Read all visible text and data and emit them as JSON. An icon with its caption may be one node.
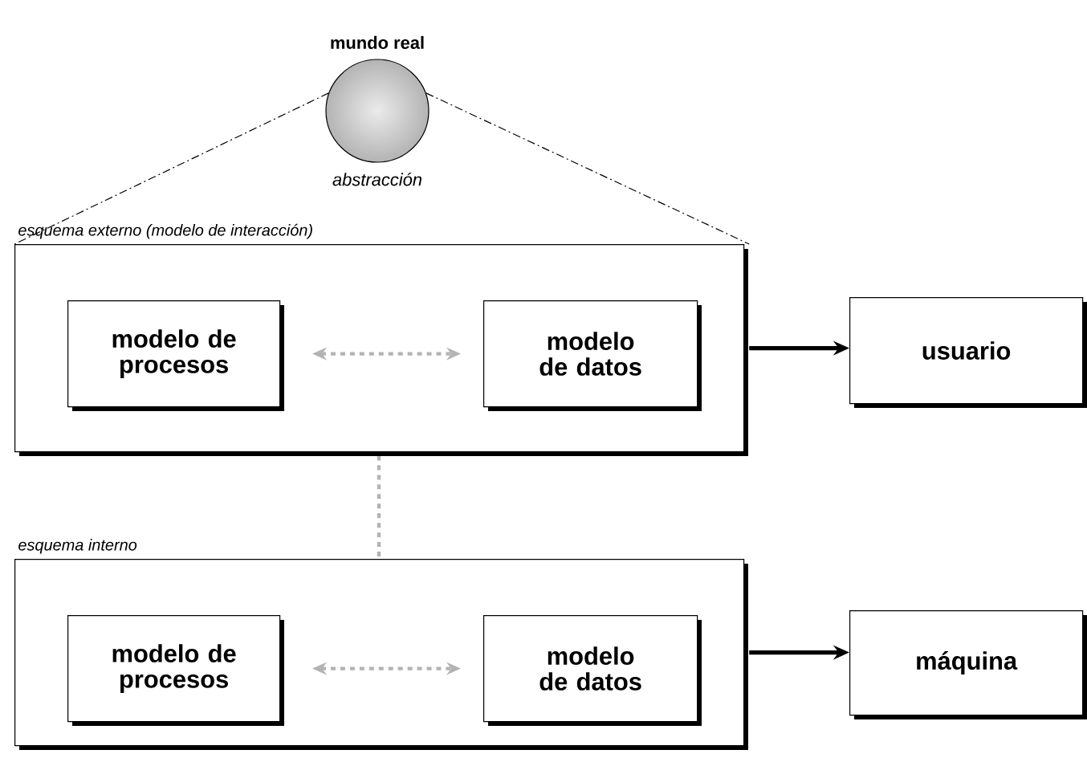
{
  "diagram": {
    "nodes": [
      {
        "text": [
          "mundo real"
        ],
        "beside": [
          "abstracción"
        ]
      },
      {
        "text": [
          "esquema externo (modelo de interacción)"
        ]
      },
      {
        "text": [
          "modelo de procesos"
        ],
        "in": 1
      },
      {
        "text": [
          "modelo de datos"
        ],
        "in": 1
      },
      {
        "text": [
          "usuario"
        ]
      },
      {
        "text": [
          "esquema interno"
        ]
      },
      {
        "text": [
          "modelo de procesos"
        ],
        "in": 5
      },
      {
        "text": [
          "modelo de datos"
        ],
        "in": 5
      },
      {
        "text": [
          "máquina"
        ]
      }
    ],
    "edges": [
      {
        "from": 0,
        "to": 1,
        "arrow": "none",
        "style": "dashed"
      },
      {
        "from": 0,
        "to": 1,
        "arrow": "none",
        "style": "dashed"
      },
      {
        "from": 2,
        "to": 3,
        "arrow": "both",
        "style": "dashed",
        "color": "#b3b3b3"
      },
      {
        "from": 1,
        "to": 4,
        "arrow": "to"
      },
      {
        "from": 6,
        "to": 7,
        "arrow": "both",
        "style": "dashed",
        "color": "#b3b3b3"
      },
      {
        "from": 5,
        "to": 8,
        "arrow": "to"
      }
    ]
  }
}
